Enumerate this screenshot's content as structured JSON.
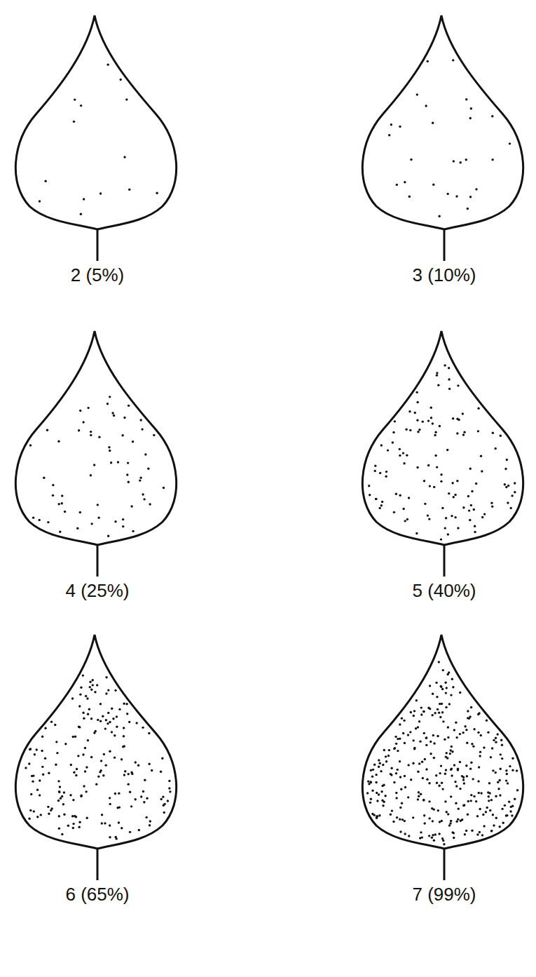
{
  "diagram": {
    "labels": [
      "2 (5%)",
      "3 (10%)",
      "4 (25%)",
      "5 (40%)",
      "6 (65%)",
      "7 (99%)"
    ]
  }
}
